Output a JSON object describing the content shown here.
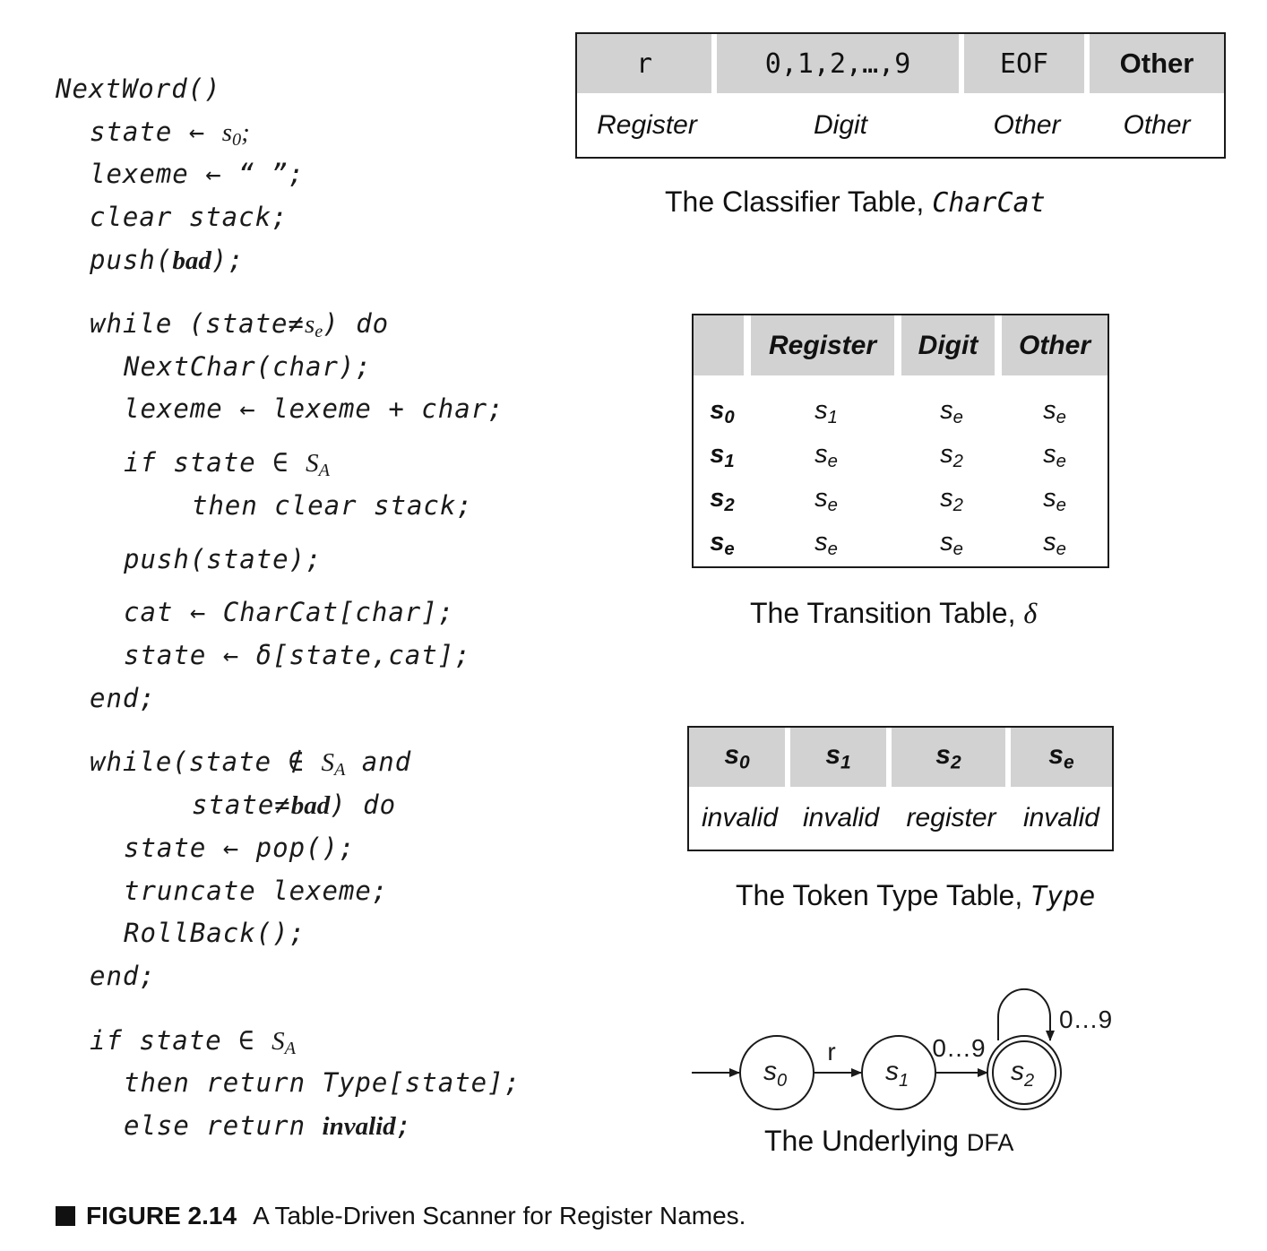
{
  "code": {
    "lines": [
      "NextWord()",
      "state ← ",
      "s0",
      ";",
      "lexeme ← “ ”;",
      "clear stack;",
      "push(",
      "bad",
      ");",
      "while (state≠",
      "se",
      ") do",
      "NextChar(char);",
      "lexeme ← lexeme + char;",
      "if state ∈ ",
      "SA",
      "then clear stack;",
      "push(state);",
      "cat ← CharCat[char];",
      "state ← δ[state,cat];",
      "end;",
      "while(state ∉ ",
      "SA",
      " and",
      "state≠",
      "bad",
      ") do",
      "state ← pop();",
      "truncate lexeme;",
      "RollBack();",
      "end;",
      "if state ∈ ",
      "SA",
      "then return Type[state];",
      "else return ",
      "invalid",
      ";"
    ]
  },
  "classifier": {
    "headers": [
      "r",
      "0,1,2,…,9",
      "EOF",
      "Other"
    ],
    "row": [
      "Register",
      "Digit",
      "Other",
      "Other"
    ],
    "caption_text": "The Classifier Table, ",
    "caption_code": "CharCat"
  },
  "transition": {
    "columns": [
      "Register",
      "Digit",
      "Other"
    ],
    "rows": [
      {
        "state": "s",
        "sub": "0",
        "cells": [
          [
            "s",
            "1"
          ],
          [
            "s",
            "e"
          ],
          [
            "s",
            "e"
          ]
        ]
      },
      {
        "state": "s",
        "sub": "1",
        "cells": [
          [
            "s",
            "e"
          ],
          [
            "s",
            "2"
          ],
          [
            "s",
            "e"
          ]
        ]
      },
      {
        "state": "s",
        "sub": "2",
        "cells": [
          [
            "s",
            "e"
          ],
          [
            "s",
            "2"
          ],
          [
            "s",
            "e"
          ]
        ]
      },
      {
        "state": "s",
        "sub": "e",
        "cells": [
          [
            "s",
            "e"
          ],
          [
            "s",
            "e"
          ],
          [
            "s",
            "e"
          ]
        ]
      }
    ],
    "caption_text": "The Transition Table, ",
    "caption_symbol": "δ"
  },
  "token_type": {
    "headers": [
      [
        "s",
        "0"
      ],
      [
        "s",
        "1"
      ],
      [
        "s",
        "2"
      ],
      [
        "s",
        "e"
      ]
    ],
    "values": [
      "invalid",
      "invalid",
      "register",
      "invalid"
    ],
    "caption_text": "The Token Type Table, ",
    "caption_code": "Type"
  },
  "dfa": {
    "states": [
      [
        "s",
        "0"
      ],
      [
        "s",
        "1"
      ],
      [
        "s",
        "2"
      ]
    ],
    "edge_labels": [
      "r",
      "0…9",
      "0…9"
    ],
    "caption_text": "The Underlying ",
    "caption_small": "DFA"
  },
  "figure": {
    "number": "FIGURE 2.14",
    "title": "A Table-Driven Scanner for Register Names."
  }
}
